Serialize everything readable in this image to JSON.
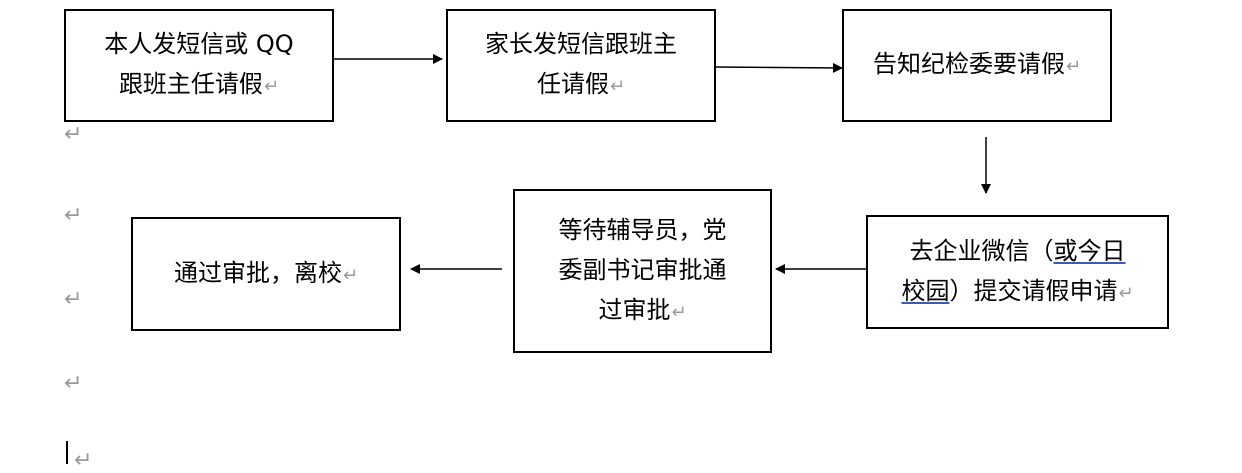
{
  "paragraph_mark": "↵",
  "boxes": {
    "b1": {
      "line1": "本人发短信或 QQ",
      "line2": "跟班主任请假"
    },
    "b2": {
      "line1": "家长发短信跟班主",
      "line2": "任请假"
    },
    "b3": {
      "line1": "告知纪检委要请假"
    },
    "b4": {
      "line1a": "去企业微信（",
      "line1b": "或今日",
      "line2a": "校园",
      "line2b": "）提交请假申请"
    },
    "b5": {
      "line1": "等待辅导员，党",
      "line2": "委副书记审批通",
      "line3": "过审批"
    },
    "b6": {
      "line1": "通过审批，离校"
    }
  }
}
